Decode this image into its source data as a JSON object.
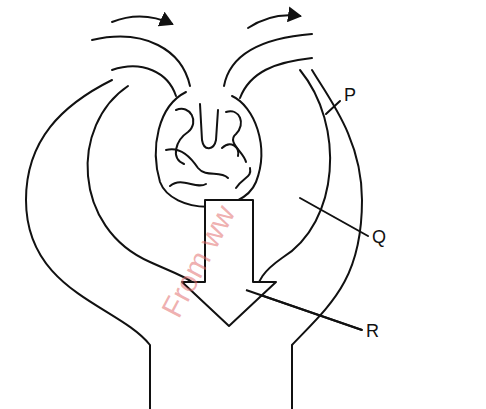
{
  "diagram": {
    "labels": [
      "P",
      "Q",
      "R",
      "From ww"
    ]
  }
}
